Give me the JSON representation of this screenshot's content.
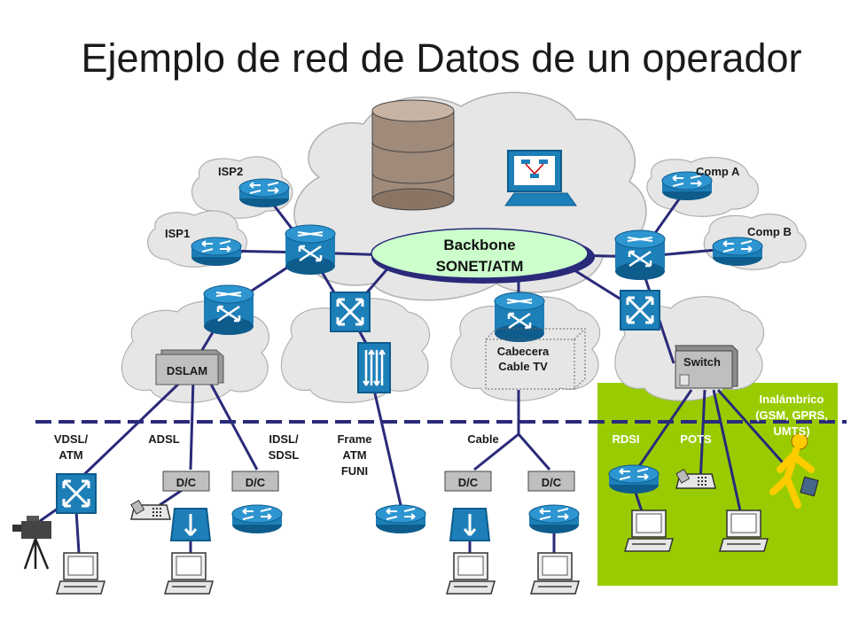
{
  "title": "Ejemplo de red de Datos de un operador",
  "colors": {
    "cloud": "#e6e6e6",
    "cloud_stroke": "#b0b0b0",
    "device": "#1d7fb8",
    "device_dark": "#0e5c8c",
    "link": "#2a2a7a",
    "wireless_area": "#99cc00",
    "backbone": "#ccffcc"
  },
  "labels": {
    "backbone_line1": "Backbone",
    "backbone_line2": "SONET/ATM",
    "isp2": "ISP2",
    "isp1": "ISP1",
    "comp_a": "Comp A",
    "comp_b": "Comp B",
    "dslam": "DSLAM",
    "cabecera_line1": "Cabecera",
    "cabecera_line2": "Cable TV",
    "switch": "Switch",
    "inalambrico_line1": "Inalámbrico",
    "inalambrico_line2": "(GSM, GPRS,",
    "inalambrico_line3": "UMTS)",
    "vdsl_line1": "VDSL/",
    "vdsl_line2": "ATM",
    "adsl": "ADSL",
    "idsl_line1": "IDSL/",
    "idsl_line2": "SDSL",
    "frame_line1": "Frame",
    "frame_line2": "ATM",
    "frame_line3": "FUNI",
    "cable": "Cable",
    "rdsi": "RDSI",
    "pots": "POTS",
    "dc1": "D/C",
    "dc2": "D/C",
    "dc3": "D/C",
    "dc4": "D/C"
  },
  "icons": [
    "database-icon",
    "network-management-icon",
    "router-icon",
    "atm-switch-icon",
    "lan-switch-icon",
    "multilayer-switch-icon",
    "modem-icon",
    "pc-icon",
    "phone-icon",
    "camera-icon",
    "wireless-user-icon"
  ]
}
